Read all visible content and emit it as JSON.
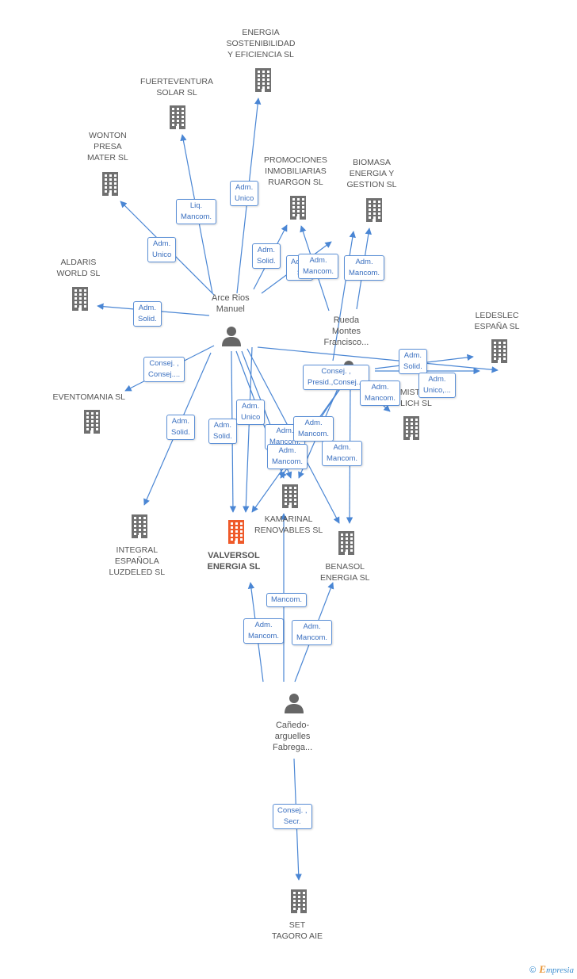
{
  "colors": {
    "edge": "#4a86d4",
    "building": "#707070",
    "building_main": "#ef5a2a",
    "person": "#666666",
    "label_text": "#555555",
    "edge_label_text": "#3a6fbf"
  },
  "nodes": [
    {
      "id": "energia",
      "type": "company",
      "lines": [
        "ENERGIA",
        "SOSTENIBILIDAD",
        "Y EFICIENCIA SL"
      ]
    },
    {
      "id": "fuerteventura",
      "type": "company",
      "lines": [
        "FUERTEVENTURA",
        "SOLAR SL"
      ]
    },
    {
      "id": "wonton",
      "type": "company",
      "lines": [
        "WONTON",
        "PRESA",
        "MATER SL"
      ]
    },
    {
      "id": "promociones",
      "type": "company",
      "lines": [
        "PROMOCIONES",
        "INMOBILIARIAS",
        "RUARGON SL"
      ]
    },
    {
      "id": "biomasa",
      "type": "company",
      "lines": [
        "BIOMASA",
        "ENERGIA Y",
        "GESTION SL"
      ]
    },
    {
      "id": "aldaris",
      "type": "company",
      "lines": [
        "ALDARIS",
        "WORLD SL"
      ]
    },
    {
      "id": "ledeslec",
      "type": "company",
      "lines": [
        "LEDESLEC",
        "ESPAÑA SL"
      ]
    },
    {
      "id": "eventomania",
      "type": "company",
      "lines": [
        "EVENTOMANIA SL"
      ]
    },
    {
      "id": "mistery",
      "type": "company",
      "lines": [
        "MISTE",
        "GLICH SL"
      ]
    },
    {
      "id": "kamarinal",
      "type": "company",
      "lines": [
        "KAMARINAL",
        "RENOVABLES SL"
      ]
    },
    {
      "id": "integral",
      "type": "company",
      "lines": [
        "INTEGRAL",
        "ESPAÑOLA",
        "LUZDELED  SL"
      ]
    },
    {
      "id": "valversol",
      "type": "main",
      "lines": [
        "VALVERSOL",
        "ENERGIA SL"
      ]
    },
    {
      "id": "benasol",
      "type": "company",
      "lines": [
        "BENASOL",
        "ENERGIA SL"
      ]
    },
    {
      "id": "set",
      "type": "company",
      "lines": [
        "SET",
        "TAGORO AIE"
      ]
    },
    {
      "id": "arce",
      "type": "person",
      "lines": [
        "Arce Rios",
        "Manuel"
      ]
    },
    {
      "id": "rueda",
      "type": "person",
      "lines": [
        "Rueda",
        "Montes",
        "Francisco..."
      ]
    },
    {
      "id": "canedo",
      "type": "person",
      "lines": [
        "Cañedo-",
        "arguelles",
        "Fabrega..."
      ]
    }
  ],
  "edge_labels": [
    {
      "lines": [
        "Adm.",
        "Unico"
      ]
    },
    {
      "lines": [
        "Liq.",
        "Mancom."
      ]
    },
    {
      "lines": [
        "Adm.",
        "Unico"
      ]
    },
    {
      "lines": [
        "Adm.",
        "Solid."
      ]
    },
    {
      "lines": [
        "Adm.",
        "S"
      ]
    },
    {
      "lines": [
        "Adm.",
        "Solid."
      ]
    },
    {
      "lines": [
        "Adm.",
        "Solid."
      ]
    },
    {
      "lines": [
        "Adm.",
        "Unico,..."
      ]
    },
    {
      "lines": [
        "Consej. ,",
        "Consej...."
      ]
    },
    {
      "lines": [
        "Consej. ,",
        "Presid.,Consej...."
      ]
    },
    {
      "lines": [
        "Adm.",
        "Mancom."
      ]
    },
    {
      "lines": [
        "Adm.",
        "Solid."
      ]
    },
    {
      "lines": [
        "Adm.",
        "Solid."
      ]
    },
    {
      "lines": [
        "Adm.",
        "Unico"
      ]
    },
    {
      "lines": [
        "Adm.",
        "Mancom."
      ]
    },
    {
      "lines": [
        "Adm.",
        "Mancom."
      ]
    },
    {
      "lines": [
        "Adm.",
        "Mancom."
      ]
    },
    {
      "lines": [
        "Adm.",
        "Mancom."
      ]
    },
    {
      "lines": [
        "Mancom."
      ]
    },
    {
      "lines": [
        "Adm.",
        "Mancom."
      ]
    },
    {
      "lines": [
        "Adm.",
        "Mancom."
      ]
    },
    {
      "lines": [
        "Adm.",
        "Mancom."
      ]
    },
    {
      "lines": [
        "Adm.",
        "Mancom."
      ]
    },
    {
      "lines": [
        "Consej. ,",
        "Secr."
      ]
    }
  ],
  "footer": {
    "copyright": "©",
    "brand_first": "E",
    "brand_rest": "mpresia"
  }
}
